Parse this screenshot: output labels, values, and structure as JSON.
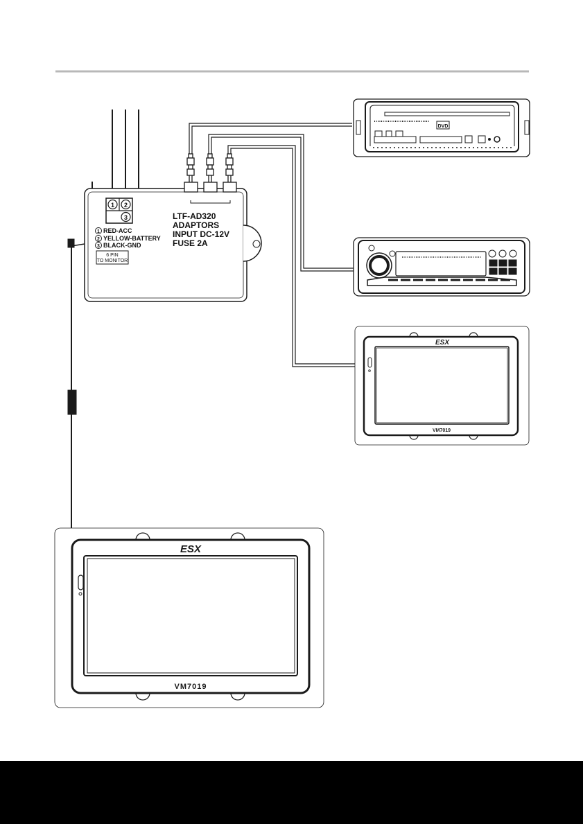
{
  "adapter": {
    "model": "LTF-AD320",
    "line2": "ADAPTORS",
    "line3": "INPUT DC-12V",
    "line4": "FUSE 2A",
    "pins": [
      {
        "num": "1",
        "label": "RED-ACC"
      },
      {
        "num": "2",
        "label": "YELLOW-BATTERY"
      },
      {
        "num": "3",
        "label": "BLACK-GND"
      }
    ],
    "connector_line1": "6 PIN",
    "connector_line2": "TO MONITOR"
  },
  "devices": {
    "dvd_player": {
      "badge": "DVD"
    },
    "large_monitor": {
      "brand": "ESX",
      "model": "VM7019"
    },
    "small_monitor": {
      "brand": "ESX",
      "model": "VM7019"
    }
  },
  "colors": {
    "line": "#1a1a1a",
    "rule": "#b8b8b8",
    "footer": "#000000"
  }
}
